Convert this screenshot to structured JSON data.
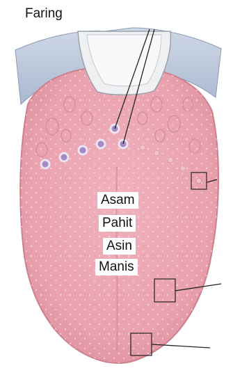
{
  "labels": {
    "pharynx": "Faring",
    "tastes": [
      "Asam",
      "Pahit",
      "Asin",
      "Manis"
    ]
  },
  "colors": {
    "tongue": "#e9a2ae",
    "tongue_edge": "#cf7f8c",
    "pharynx": "#b7c4d8",
    "epiglottis": "#eef0f2",
    "papilla": "#a48ac4",
    "leader_line": "#222222"
  }
}
